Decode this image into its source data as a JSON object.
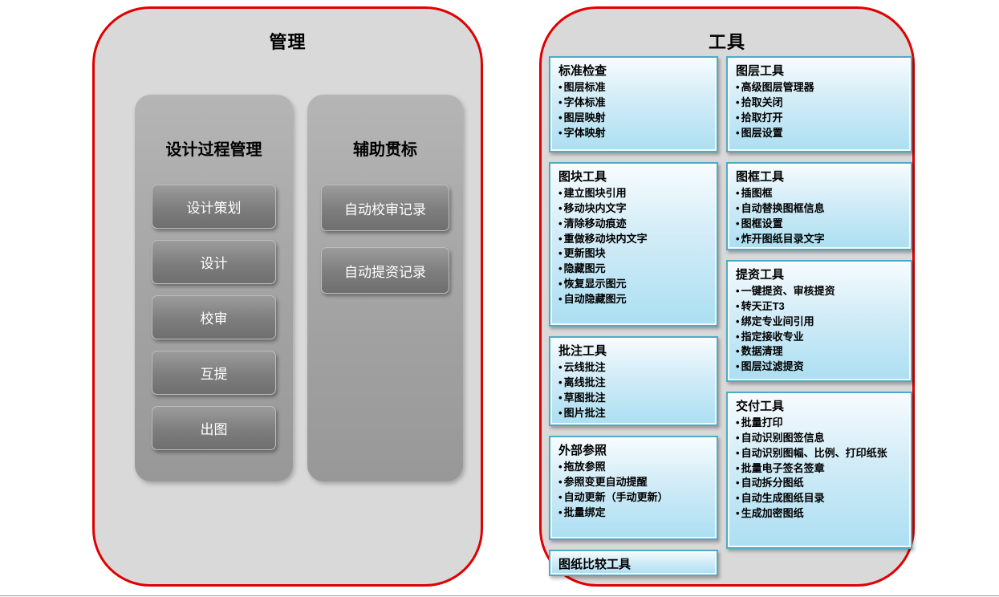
{
  "management": {
    "title": "管理",
    "design_process": {
      "title": "设计过程管理",
      "buttons": [
        "设计策划",
        "设计",
        "校审",
        "互提",
        "出图"
      ]
    },
    "auxiliary": {
      "title": "辅助贯标",
      "buttons": [
        "自动校审记录",
        "自动提资记录"
      ]
    }
  },
  "tools": {
    "title": "工具",
    "standard_check": {
      "title": "标准检查",
      "items": [
        "图层标准",
        "字体标准",
        "图层映射",
        "字体映射"
      ]
    },
    "block_tools": {
      "title": "图块工具",
      "items": [
        "建立图块引用",
        "移动块内文字",
        "清除移动痕迹",
        "重做移动块内文字",
        "更新图块",
        "隐藏图元",
        "恢复显示图元",
        "自动隐藏图元"
      ]
    },
    "annotation_tools": {
      "title": "批注工具",
      "items": [
        "云线批注",
        "离线批注",
        "草图批注",
        "图片批注"
      ]
    },
    "external_reference": {
      "title": "外部参照",
      "items": [
        "拖放参照",
        "参照变更自动提醒",
        "自动更新（手动更新）",
        "批量绑定"
      ]
    },
    "drawing_compare": {
      "title": "图纸比较工具"
    },
    "layer_tools": {
      "title": "图层工具",
      "items": [
        "高级图层管理器",
        "拾取关闭",
        "拾取打开",
        "图层设置"
      ]
    },
    "frame_tools": {
      "title": "图框工具",
      "items": [
        "插图框",
        "自动替换图框信息",
        "图框设置",
        "炸开图纸目录文字"
      ]
    },
    "submission_tools": {
      "title": "提资工具",
      "items": [
        "一键提资、审核提资",
        "转天正T3",
        "绑定专业间引用",
        "指定接收专业",
        "数据清理",
        "图层过滤提资"
      ]
    },
    "delivery_tools": {
      "title": "交付工具",
      "items": [
        "批量打印",
        "自动识别图签信息",
        "自动识别图幅、比例、打印纸张",
        "批量电子签名签章",
        "自动拆分图纸",
        "自动生成图纸目录",
        "生成加密图纸"
      ]
    }
  },
  "colors": {
    "panel_border": "#e00000",
    "panel_bg": "#d9d9d9",
    "inner_box_bg": "#a3a3a3",
    "button_bg": "#7d7d7d",
    "button_text": "#ffffff",
    "tool_box_border": "#4bacc6",
    "tool_box_bg": "#abdff2"
  }
}
